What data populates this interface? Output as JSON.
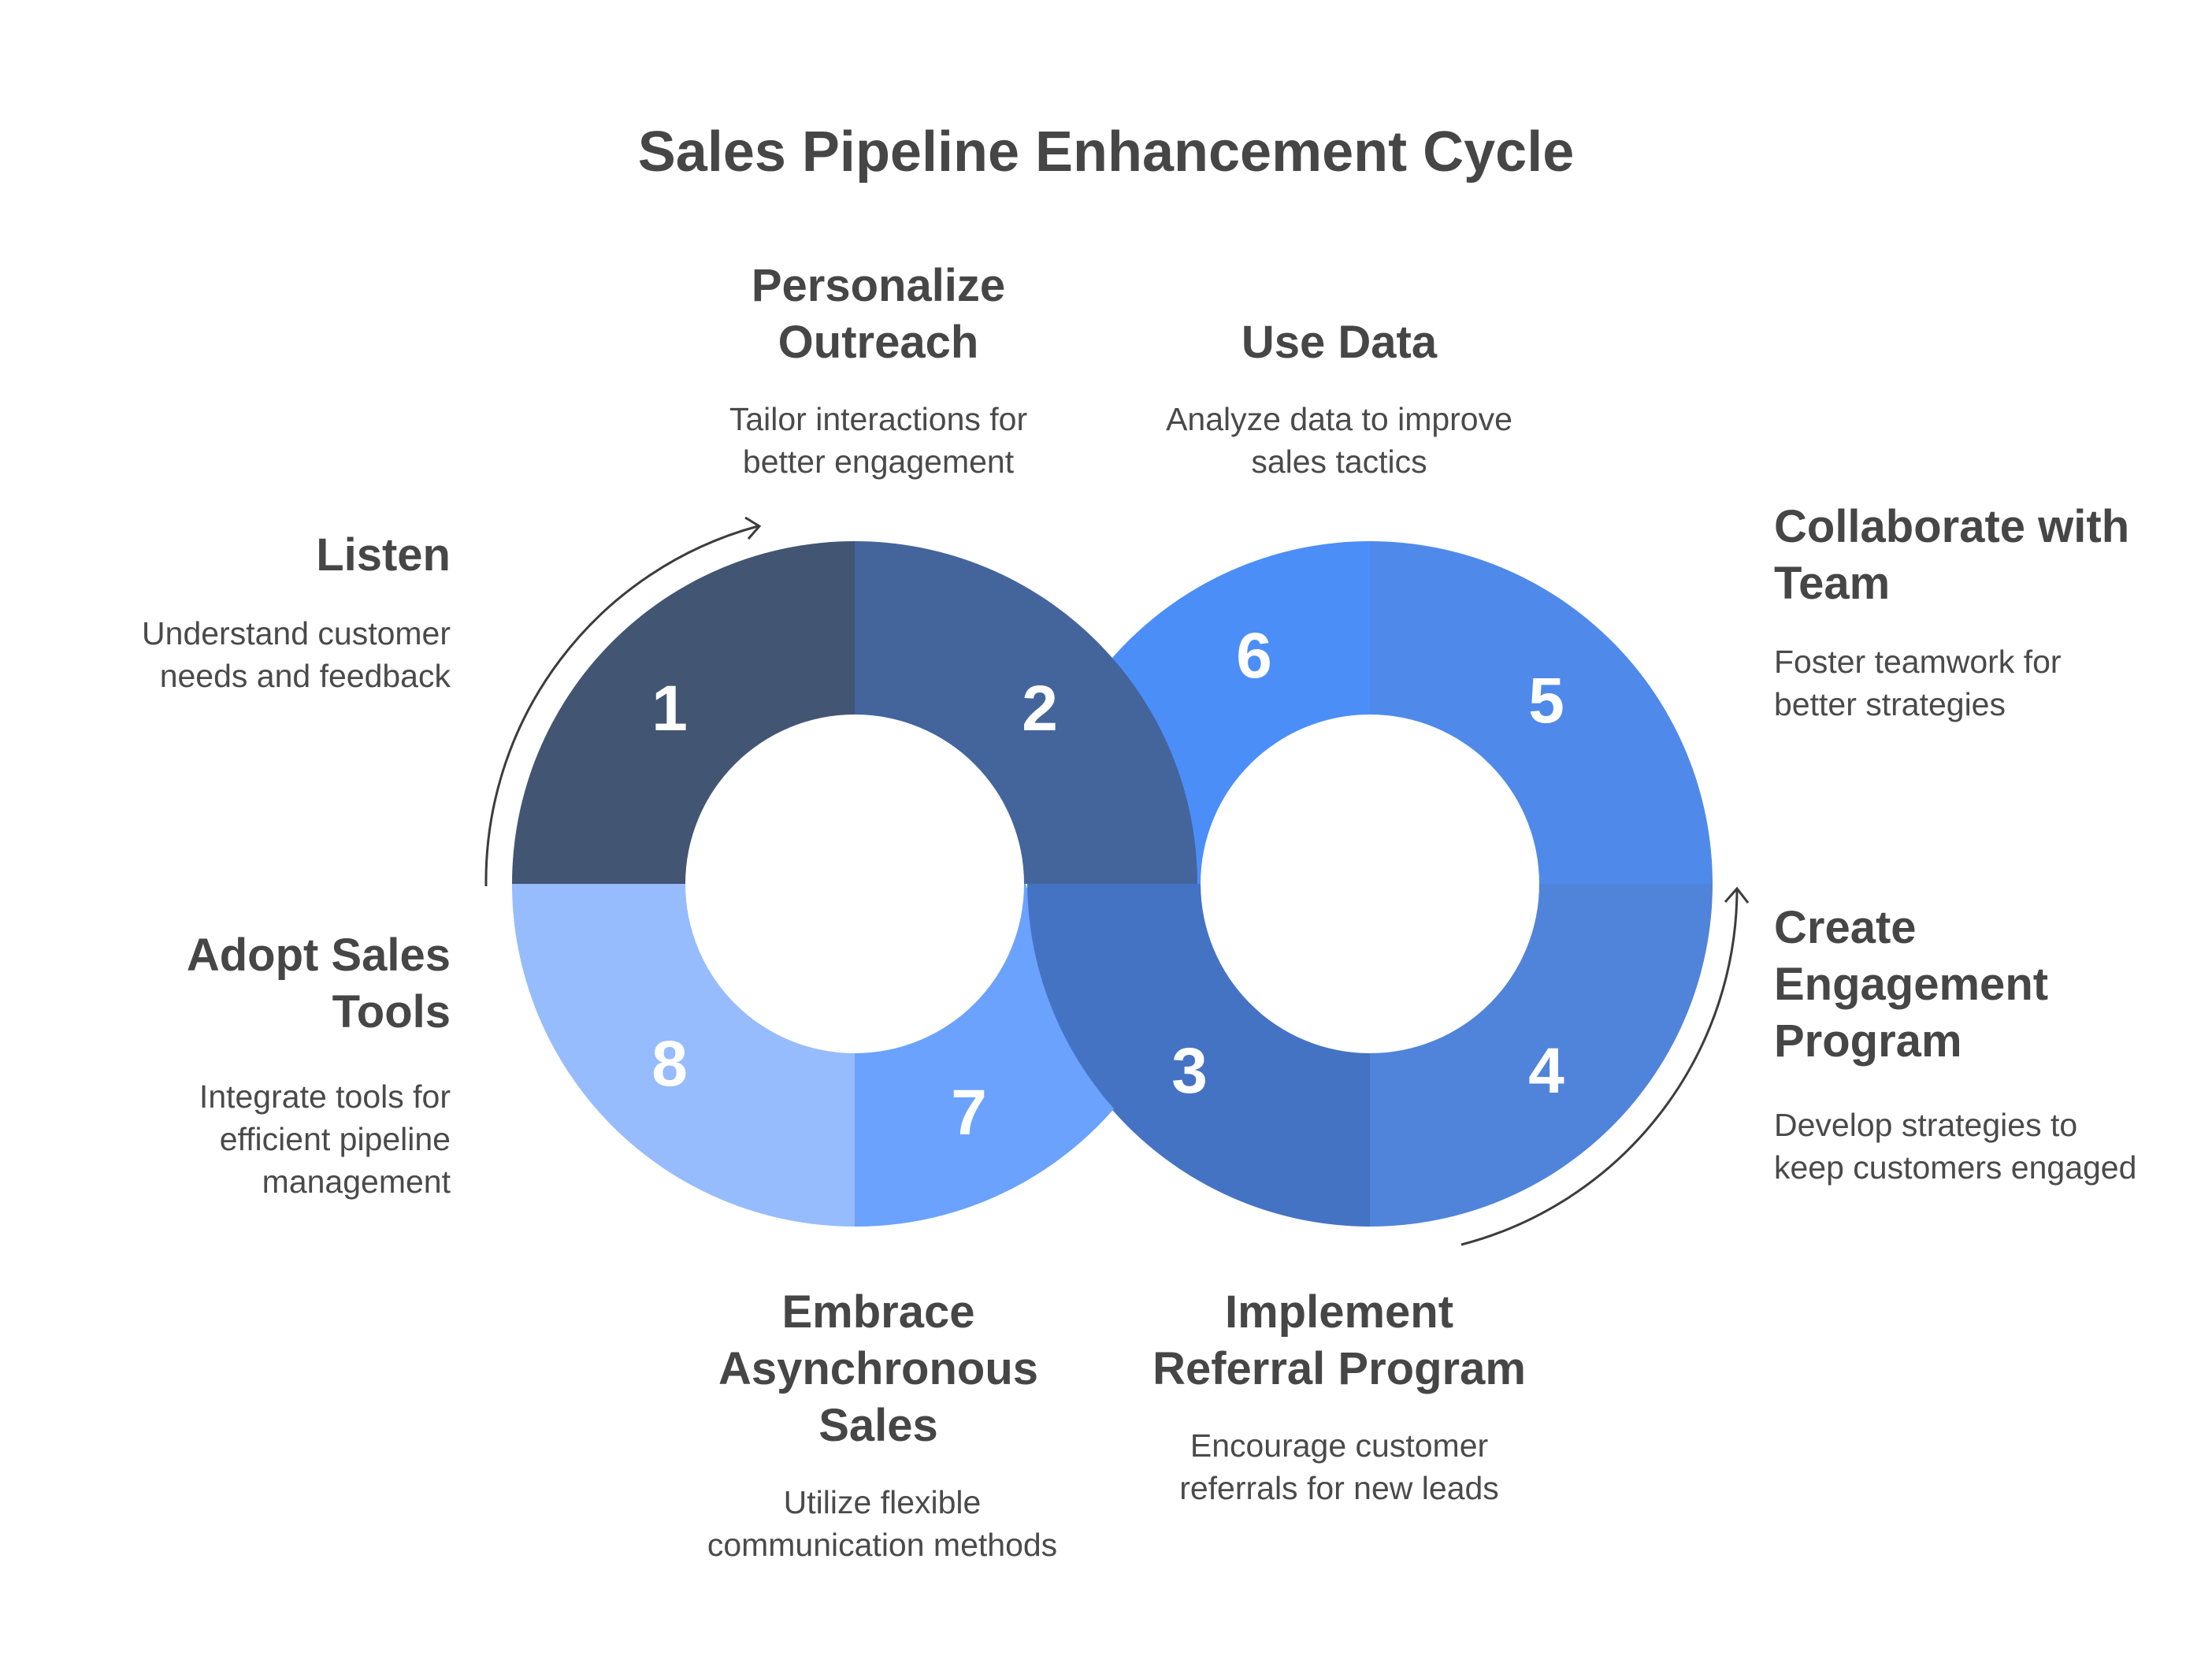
{
  "title": "Sales Pipeline Enhancement Cycle",
  "steps": [
    {
      "number": "1",
      "title": "Listen",
      "description": "Understand customer needs and feedback",
      "color": "#425573"
    },
    {
      "number": "2",
      "title": "Personalize Outreach",
      "description": "Tailor interactions for better engagement",
      "color": "#44659C"
    },
    {
      "number": "3",
      "title": "Implement Referral Program",
      "description": "Encourage customer referrals for new leads",
      "color": "#4573C4"
    },
    {
      "number": "4",
      "title": "Create Engagement Program",
      "description": "Develop strategies to keep customers engaged",
      "color": "#4F84DA"
    },
    {
      "number": "5",
      "title": "Collaborate with Team",
      "description": "Foster teamwork for better strategies",
      "color": "#4F8AEA"
    },
    {
      "number": "6",
      "title": "Use Data",
      "description": "Analyze data to improve sales tactics",
      "color": "#4C8EF8"
    },
    {
      "number": "7",
      "title": "Embrace Asynchronous Sales",
      "description": "Utilize flexible communication methods",
      "color": "#6AA2FE"
    },
    {
      "number": "8",
      "title": "Adopt Sales Tools",
      "description": "Integrate tools for efficient pipeline management",
      "color": "#96BCFD"
    }
  ]
}
